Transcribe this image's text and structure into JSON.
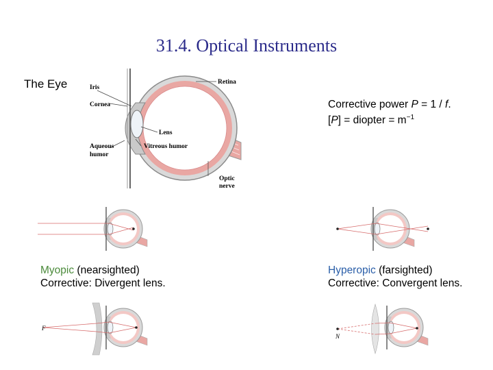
{
  "title": "31.4. Optical Instruments",
  "eye_heading": "The Eye",
  "anatomy_labels": {
    "iris": "Iris",
    "cornea": "Cornea",
    "aqueous": "Aqueous",
    "humor": "humor",
    "lens": "Lens",
    "vitreous": "Vitreous humor",
    "retina": "Retina",
    "optic": "Optic",
    "nerve": "nerve"
  },
  "power": {
    "line1_prefix": "Corrective power ",
    "line1_var": "P",
    "line1_mid": " = 1 / ",
    "line1_var2": "f",
    "line1_suffix": ".",
    "line2_open": "[",
    "line2_var": "P",
    "line2_rest": "] = diopter = m",
    "line2_exp": "−1"
  },
  "myopic": {
    "term": "Myopic",
    "paren": " (nearsighted)",
    "corrective": "Corrective:  Divergent lens."
  },
  "hyperopic": {
    "term": "Hyperopic",
    "paren": " (farsighted)",
    "corrective": "Corrective:  Convergent lens."
  },
  "point_labels": {
    "myopic_far": "F",
    "hyperopic_near": "N"
  },
  "colors": {
    "title": "#2b2b8a",
    "myopic_term": "#4a8a3a",
    "hyperopic_term": "#2a5ea8",
    "eye_wall": "#e9a7a3",
    "eye_gray": "#c9c9c9",
    "ray": "#d66a6a"
  }
}
